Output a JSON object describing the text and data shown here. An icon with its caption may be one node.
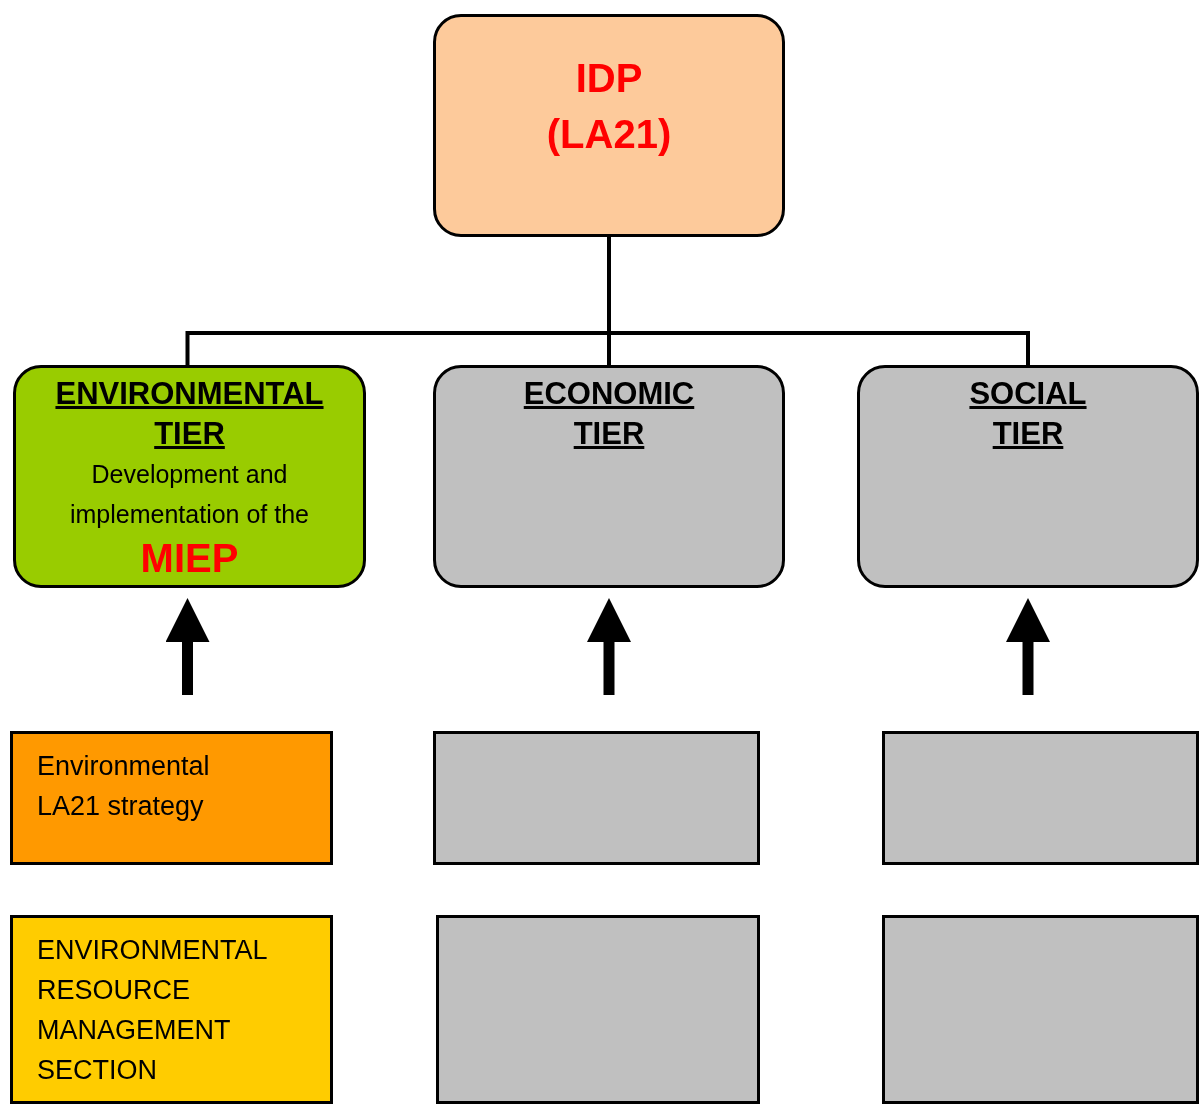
{
  "diagram": {
    "nodes": [
      {
        "text": [
          "IDP (LA21)"
        ]
      },
      {
        "text": [
          "ENVIRONMENTAL TIER",
          "Development and implementation of the",
          "MIEP"
        ]
      },
      {
        "text": [
          "ECONOMIC TIER"
        ]
      },
      {
        "text": [
          "SOCIAL TIER"
        ]
      },
      {
        "text": [
          "Environmental LA21 strategy"
        ]
      },
      {
        "text": [],
        "shape": "box"
      },
      {
        "text": [],
        "shape": "box"
      },
      {
        "text": [
          "ENVIRONMENTAL RESOURCE MANAGEMENT SECTION"
        ]
      },
      {
        "text": [],
        "shape": "box"
      },
      {
        "text": [],
        "shape": "box"
      }
    ],
    "edges": [
      {
        "from": 0,
        "to": 1,
        "arrow": "none"
      },
      {
        "from": 0,
        "to": 2,
        "arrow": "none"
      },
      {
        "from": 0,
        "to": 3,
        "arrow": "none"
      },
      {
        "from": 4,
        "to": 1,
        "arrow": "to",
        "style": "thick"
      },
      {
        "from": 5,
        "to": 2,
        "arrow": "to",
        "style": "thick"
      },
      {
        "from": 6,
        "to": 3,
        "arrow": "to",
        "style": "thick"
      }
    ]
  }
}
